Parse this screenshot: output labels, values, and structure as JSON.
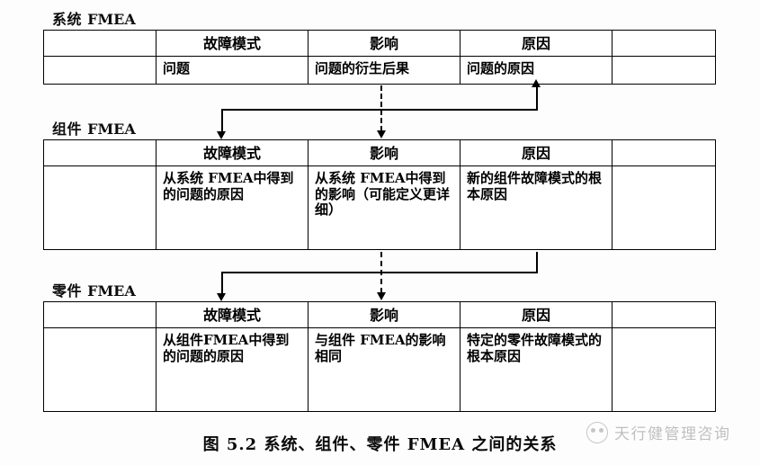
{
  "figure": {
    "caption": "图 5.2    系统、组件、零件 FMEA 之间的关系",
    "columns": [
      "",
      "故障模式",
      "影响",
      "原因",
      ""
    ]
  },
  "sections": [
    {
      "label_cn": "系统",
      "label_lat": "FMEA",
      "headers": [
        "",
        "故障模式",
        "影响",
        "原因",
        ""
      ],
      "cells": [
        "",
        "问题",
        "问题的衍生后果",
        "问题的原因",
        ""
      ]
    },
    {
      "label_cn": "组件",
      "label_lat": "FMEA",
      "headers": [
        "",
        "故障模式",
        "影响",
        "原因",
        ""
      ],
      "cells": [
        "",
        "从系统 FMEA中得到的问题的原因",
        "从系统 FMEA中得到的影响（可能定义更详细）",
        "新的组件故障模式的根本原因",
        ""
      ]
    },
    {
      "label_cn": "零件",
      "label_lat": "FMEA",
      "headers": [
        "",
        "故障模式",
        "影响",
        "原因",
        ""
      ],
      "cells": [
        "",
        "从组件FMEA中得到的问题的原因",
        "与组件 FMEA的影响相同",
        "特定的零件故障模式的根本原因",
        ""
      ]
    }
  ],
  "connectors": [
    {
      "name": "cause-to-failure-mode-1",
      "style": "solid",
      "from": "原因",
      "to": "故障模式"
    },
    {
      "name": "effect-to-effect-1",
      "style": "dashed",
      "from": "影响",
      "to": "影响"
    },
    {
      "name": "cause-to-failure-mode-2",
      "style": "solid",
      "from": "原因",
      "to": "故障模式"
    },
    {
      "name": "effect-to-effect-2",
      "style": "dashed",
      "from": "影响",
      "to": "影响"
    }
  ],
  "watermark": {
    "text": "天行健管理咨询",
    "icon": "circle-logo-icon"
  }
}
